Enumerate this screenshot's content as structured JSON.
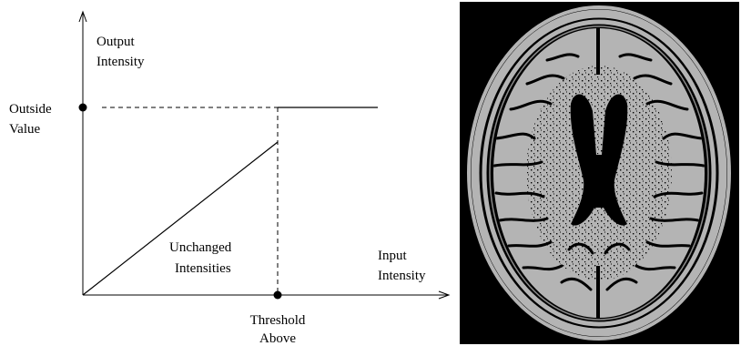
{
  "diagram": {
    "y_axis_label": [
      "Output",
      "Intensity"
    ],
    "x_axis_label": [
      "Input",
      "Intensity"
    ],
    "outside_value_label": [
      "Outside",
      "Value"
    ],
    "threshold_label": [
      "Threshold",
      "Above"
    ],
    "region_label": [
      "Unchanged",
      "Intensities"
    ],
    "line_color": "#000000"
  },
  "image": {
    "background_color": "#000000",
    "tissue_color": "#b4b4b4"
  }
}
